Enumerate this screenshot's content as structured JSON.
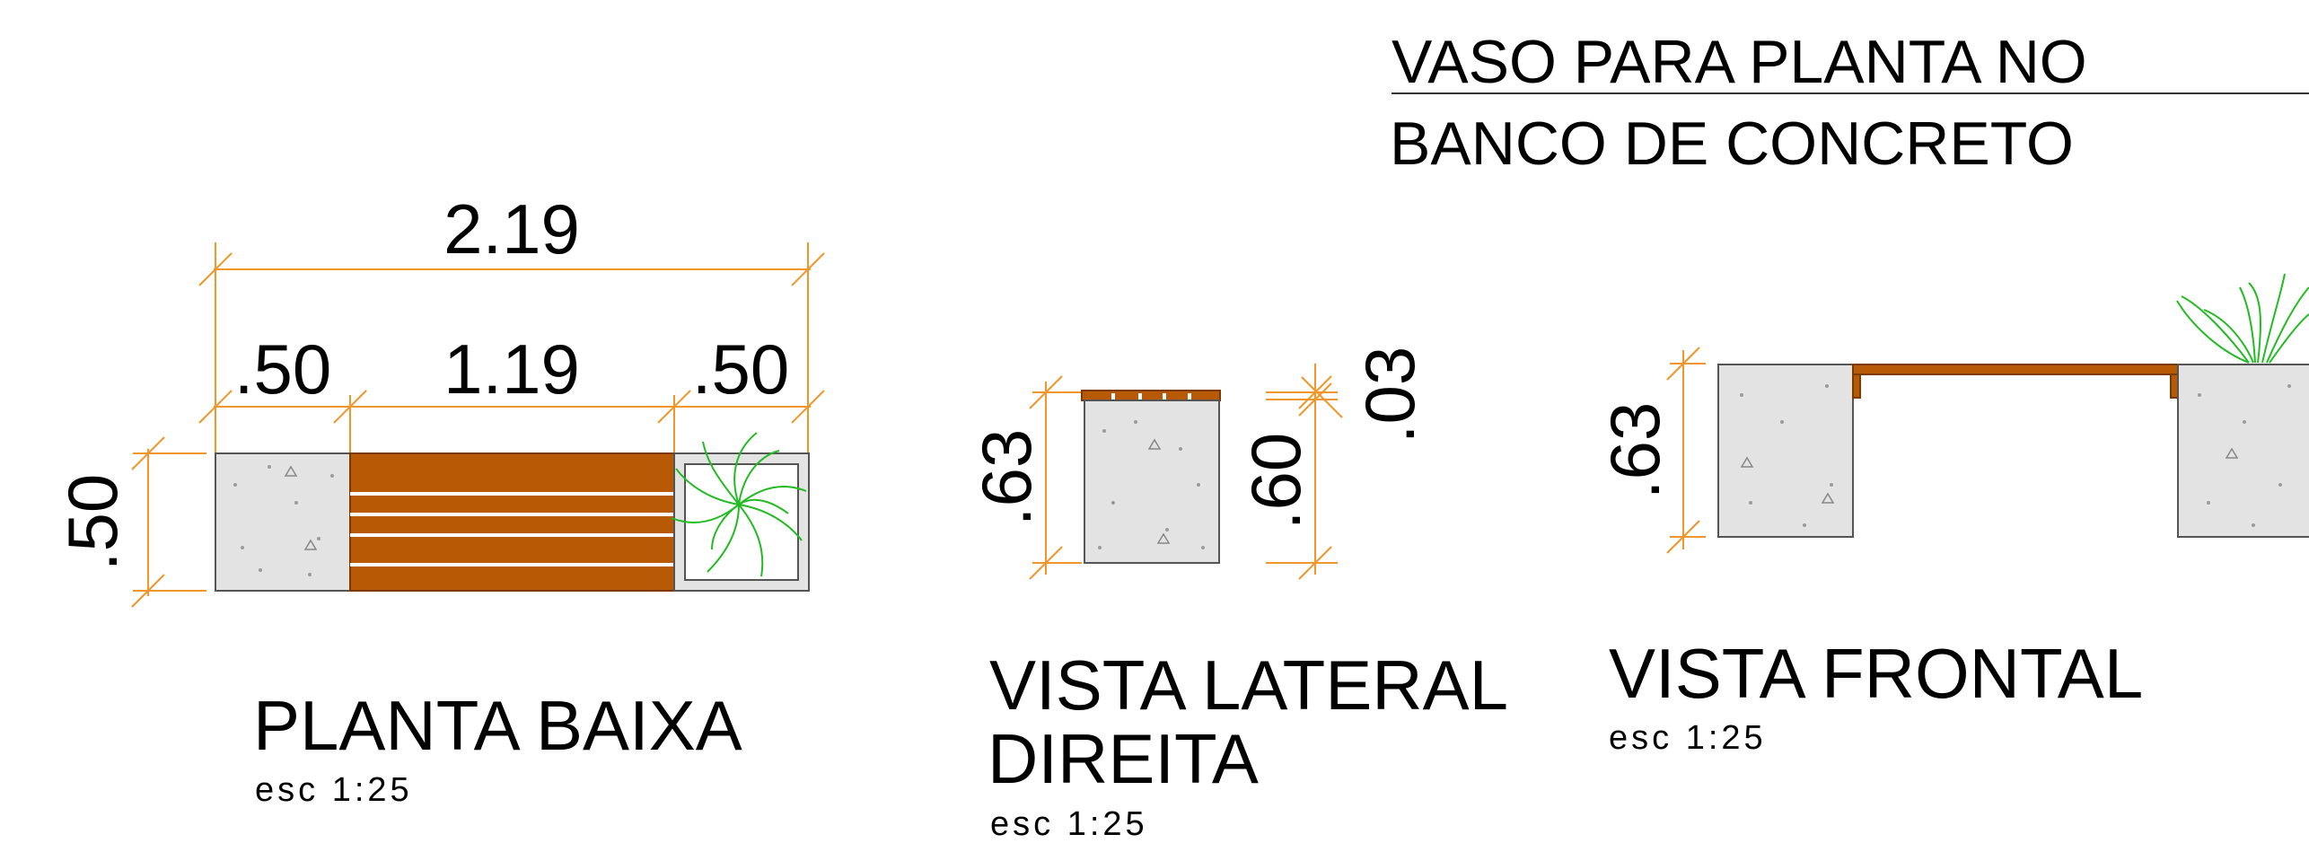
{
  "title": {
    "line1": "VASO PARA PLANTA  NO",
    "line2": "BANCO DE CONCRETO"
  },
  "views": {
    "plan": {
      "name": "PLANTA BAIXA",
      "scale": "esc  1:25",
      "dims": {
        "overall": "2.19",
        "left": ".50",
        "middle": "1.19",
        "right": ".50",
        "depth": ".50"
      }
    },
    "side": {
      "name_line1": "VISTA LATERAL",
      "name_line2": "DIREITA",
      "scale": "esc  1:25",
      "dims": {
        "total_height": ".63",
        "body_height": ".60",
        "top_thickness": ".03"
      }
    },
    "front": {
      "name": "VISTA FRONTAL",
      "scale": "esc  1:25",
      "dims": {
        "height": ".63"
      }
    }
  },
  "colors": {
    "dimension": "#f0962a",
    "wood": "#b85a05",
    "concrete": "#e3e3e3",
    "plant": "#22bb22"
  }
}
